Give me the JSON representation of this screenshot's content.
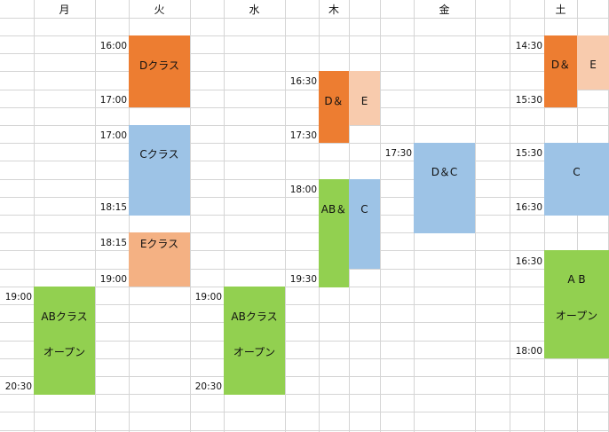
{
  "colors": {
    "orange": "#ed7d31",
    "light_orange": "#f8cbad",
    "salmon": "#f4b183",
    "blue": "#9dc3e6",
    "green": "#92d050",
    "grid": "#d5d5d5"
  },
  "days": [
    "月",
    "火",
    "水",
    "木",
    "金",
    "土"
  ],
  "mon": {
    "ab_class": "ABクラス",
    "ab_open": "オープン",
    "t1900": "19:00",
    "t2030": "20:30"
  },
  "tue": {
    "d_class": "Dクラス",
    "c_class": "Cクラス",
    "e_class": "Eクラス",
    "t1600": "16:00",
    "t1700a": "17:00",
    "t1700b": "17:00",
    "t1815a": "18:15",
    "t1815b": "18:15",
    "t1900": "19:00"
  },
  "wed": {
    "ab_class": "ABクラス",
    "ab_open": "オープン",
    "t1900": "19:00",
    "t2030": "20:30"
  },
  "thu": {
    "d": "D＆",
    "e": "E",
    "ab": "AB＆",
    "c": "C",
    "t1630": "16:30",
    "t1730": "17:30",
    "t1800": "18:00",
    "t1930": "19:30"
  },
  "fri": {
    "dc": "D＆C",
    "t1730": "17:30"
  },
  "sat": {
    "d": "D＆",
    "e": "E",
    "c": "C",
    "ab": "A B",
    "ab_open": "オープン",
    "t1430": "14:30",
    "t1530a": "15:30",
    "t1530b": "15:30",
    "t1630a": "16:30",
    "t1630b": "16:30",
    "t1800": "18:00"
  }
}
